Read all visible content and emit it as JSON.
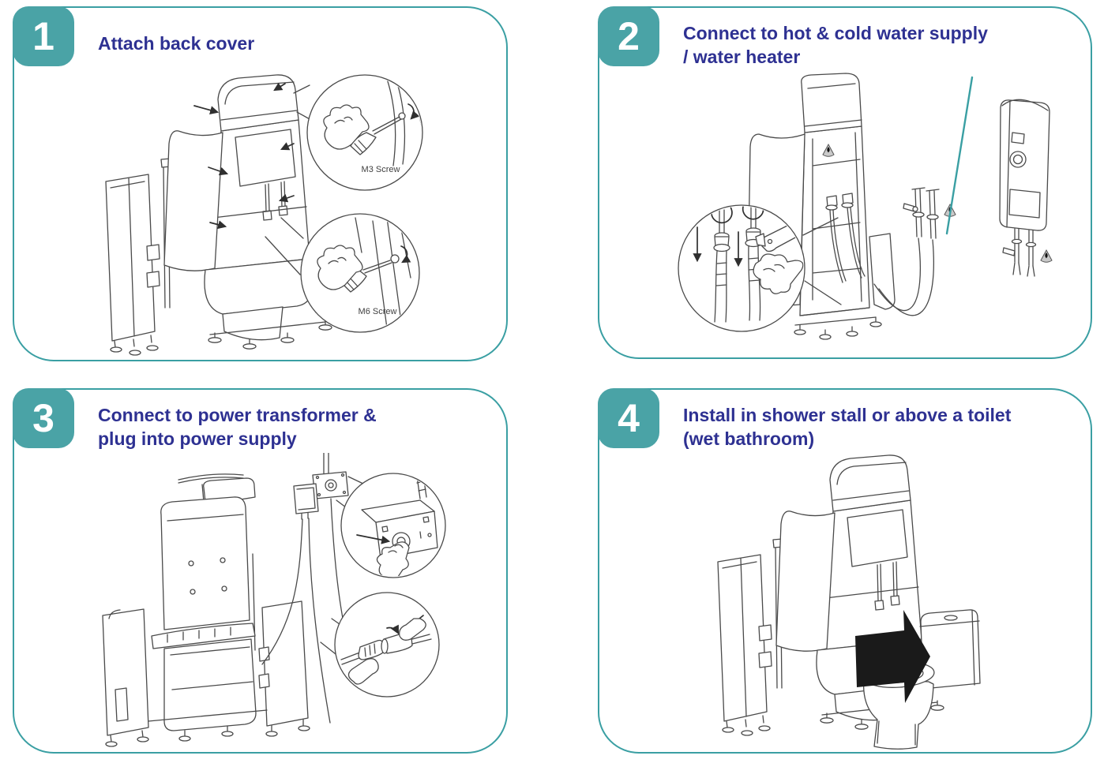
{
  "theme": {
    "accent_teal": "#3a9fa3",
    "badge_teal": "#4aa3a6",
    "title_navy": "#2e3192",
    "line_art_gray": "#4a4a4a",
    "solid_arrow_black": "#1a1a1a"
  },
  "panels": [
    {
      "number": "1",
      "title": "Attach back cover",
      "callout_labels": {
        "m3": "M3 Screw",
        "m6": "M6 Screw"
      }
    },
    {
      "number": "2",
      "title": "Connect to hot & cold water supply\n/ water heater"
    },
    {
      "number": "3",
      "title": "Connect to power transformer &\nplug into power supply"
    },
    {
      "number": "4",
      "title": "Install in shower stall or above a toilet\n(wet bathroom)"
    }
  ]
}
